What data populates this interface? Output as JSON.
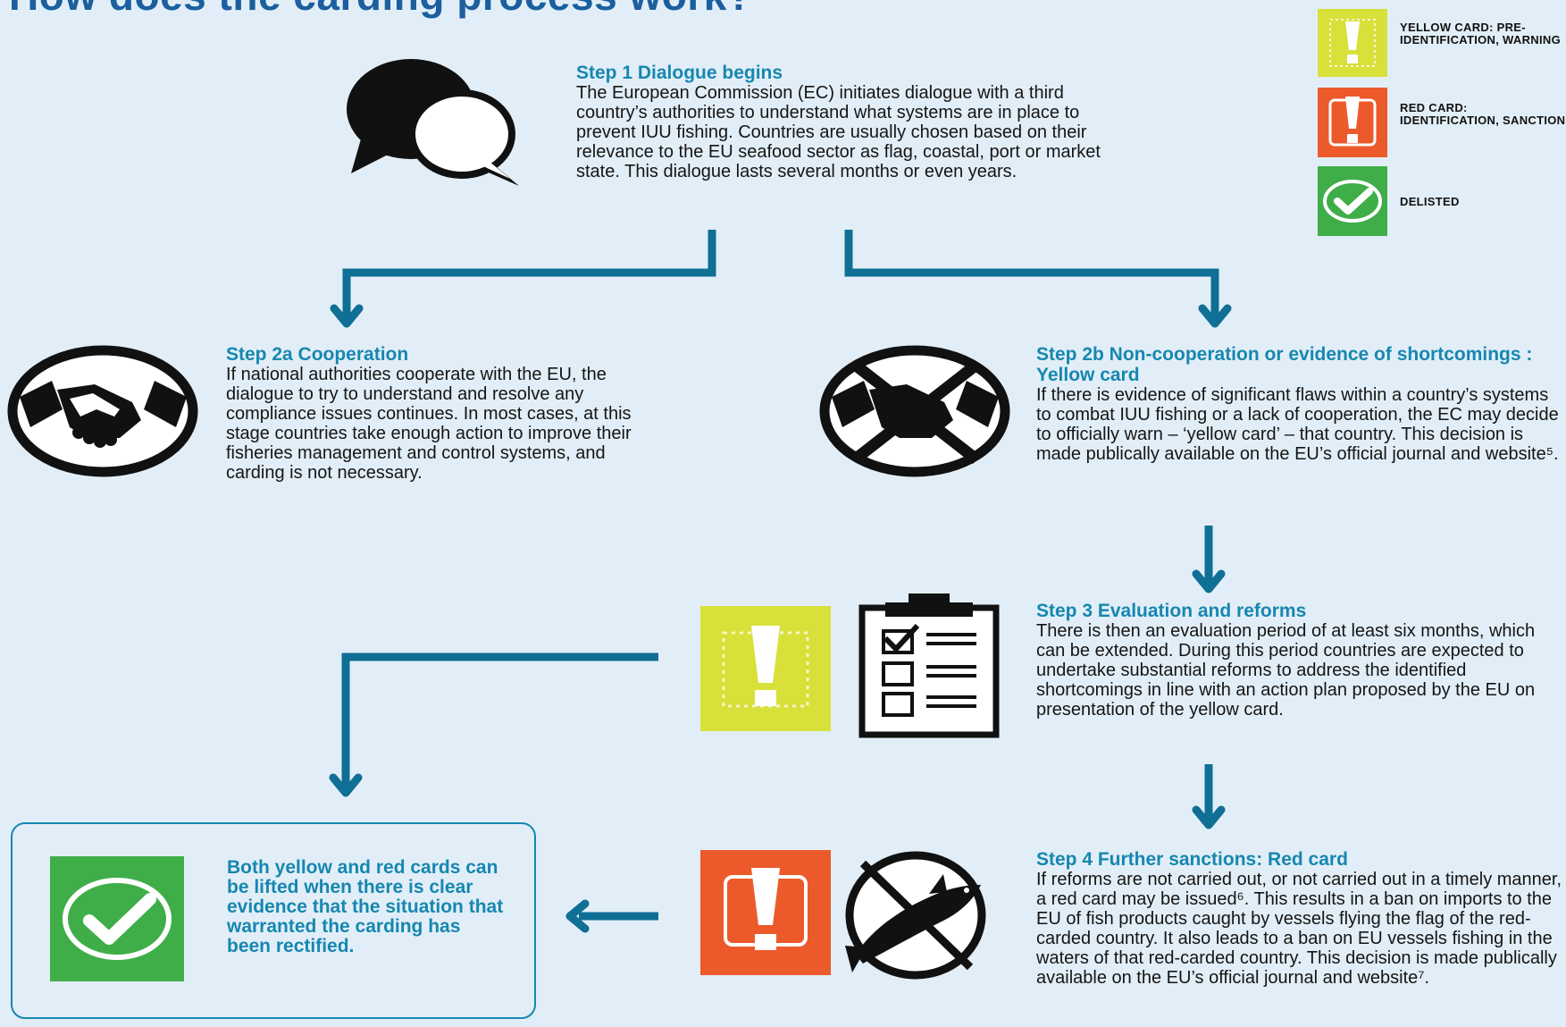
{
  "title": "How does the carding process work?",
  "legend": [
    {
      "icon": "yellow-card-icon",
      "label": "YELLOW CARD: PRE-IDENTIFICATION, WARNING",
      "color": "#d8e03a"
    },
    {
      "icon": "red-card-icon",
      "label": "RED CARD: IDENTIFICATION, SANCTION",
      "color": "#ec5a2c"
    },
    {
      "icon": "delisted-check-icon",
      "label": "DELISTED",
      "color": "#3fae49"
    }
  ],
  "steps": {
    "step1": {
      "title": "Step 1 Dialogue begins",
      "body": "The European Commission (EC) initiates dialogue with a third country’s authorities to understand what systems are in place to prevent IUU fishing. Countries are usually chosen based on their relevance to the EU seafood sector as flag, coastal, port or market state. This dialogue lasts several months or even years."
    },
    "step2a": {
      "title": "Step 2a Cooperation",
      "body": "If national authorities cooperate with the EU, the dialogue to try to understand and resolve any compliance issues continues. In most cases, at this stage countries take enough action to improve their fisheries management and control systems, and carding is not necessary."
    },
    "step2b": {
      "title": "Step 2b  Non-cooperation or evidence of shortcomings : Yellow card",
      "body": "If there is evidence of significant flaws within a country’s systems to combat IUU fishing or a lack of cooperation, the EC may decide to officially warn – ‘yellow card’ – that country. This decision is made publically available on the EU’s official journal and website⁵."
    },
    "step3": {
      "title": "Step 3 Evaluation and reforms",
      "body": "There is then an evaluation period of at least six months, which can be extended. During this period countries are expected to undertake substantial reforms to address the identified shortcomings in line with an action plan proposed by the EU on presentation of the yellow card."
    },
    "step4": {
      "title": "Step 4 Further sanctions: Red card",
      "body": "If reforms are not carried out, or not carried out in a timely manner, a red card may be issued⁶. This results in a ban on imports to the EU of fish products caught by vessels flying the flag of the red-carded country. It also leads to a ban on EU vessels fishing in the waters of that red-carded country. This decision is made publically available on the EU’s official journal and website⁷."
    }
  },
  "conclusion": "Both yellow and red cards can be lifted when there is clear evidence that the situation that warranted the carding has been rectified.",
  "colors": {
    "background": "#e2eef7",
    "arrow": "#0f6f95",
    "accent_text": "#1687b0",
    "title": "#1b5f9e",
    "yellow": "#d8e03a",
    "red": "#ec5a2c",
    "green": "#3fae49"
  }
}
